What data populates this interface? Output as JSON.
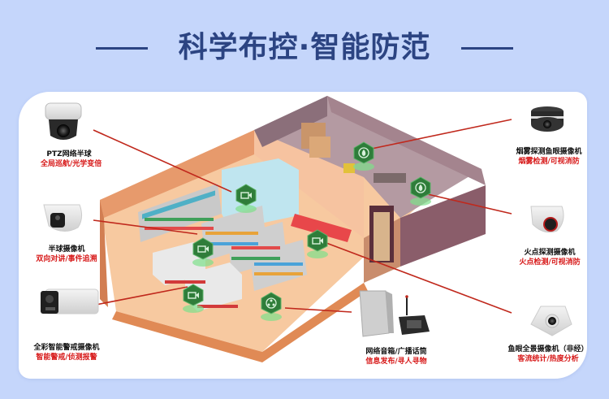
{
  "header": {
    "title": "科学布控·智能防范"
  },
  "devices": [
    {
      "name": "PTZ网络半球",
      "features": "全局巡航/光学变倍",
      "icon": "ptz-dome-camera-icon"
    },
    {
      "name": "半球摄像机",
      "features": "双向对讲/事件追溯",
      "icon": "dome-camera-icon"
    },
    {
      "name": "全彩智能警戒摄像机",
      "features": "智能警戒/侦测报警",
      "icon": "bullet-camera-icon"
    },
    {
      "name": "烟雾探测鱼眼摄像机",
      "features": "烟雾检测/可视消防",
      "icon": "fisheye-camera-icon"
    },
    {
      "name": "火点探测摄像机",
      "features": "火点检测/可视消防",
      "icon": "fire-detection-camera-icon"
    },
    {
      "name": "鱼眼全景摄像机（非经）",
      "features": "客流统计/热度分析",
      "icon": "panoramic-fisheye-camera-icon"
    },
    {
      "name": "网络音箱/广播话筒",
      "features": "信息发布/寻人寻物",
      "icon": "speaker-microphone-icon"
    }
  ],
  "colors": {
    "background": "#c5d6fb",
    "title": "#2c4482",
    "feature_text": "#d71818",
    "connector": "#c0281c",
    "marker": "#2f7d3a",
    "marker_glow": "#7ee08a"
  }
}
